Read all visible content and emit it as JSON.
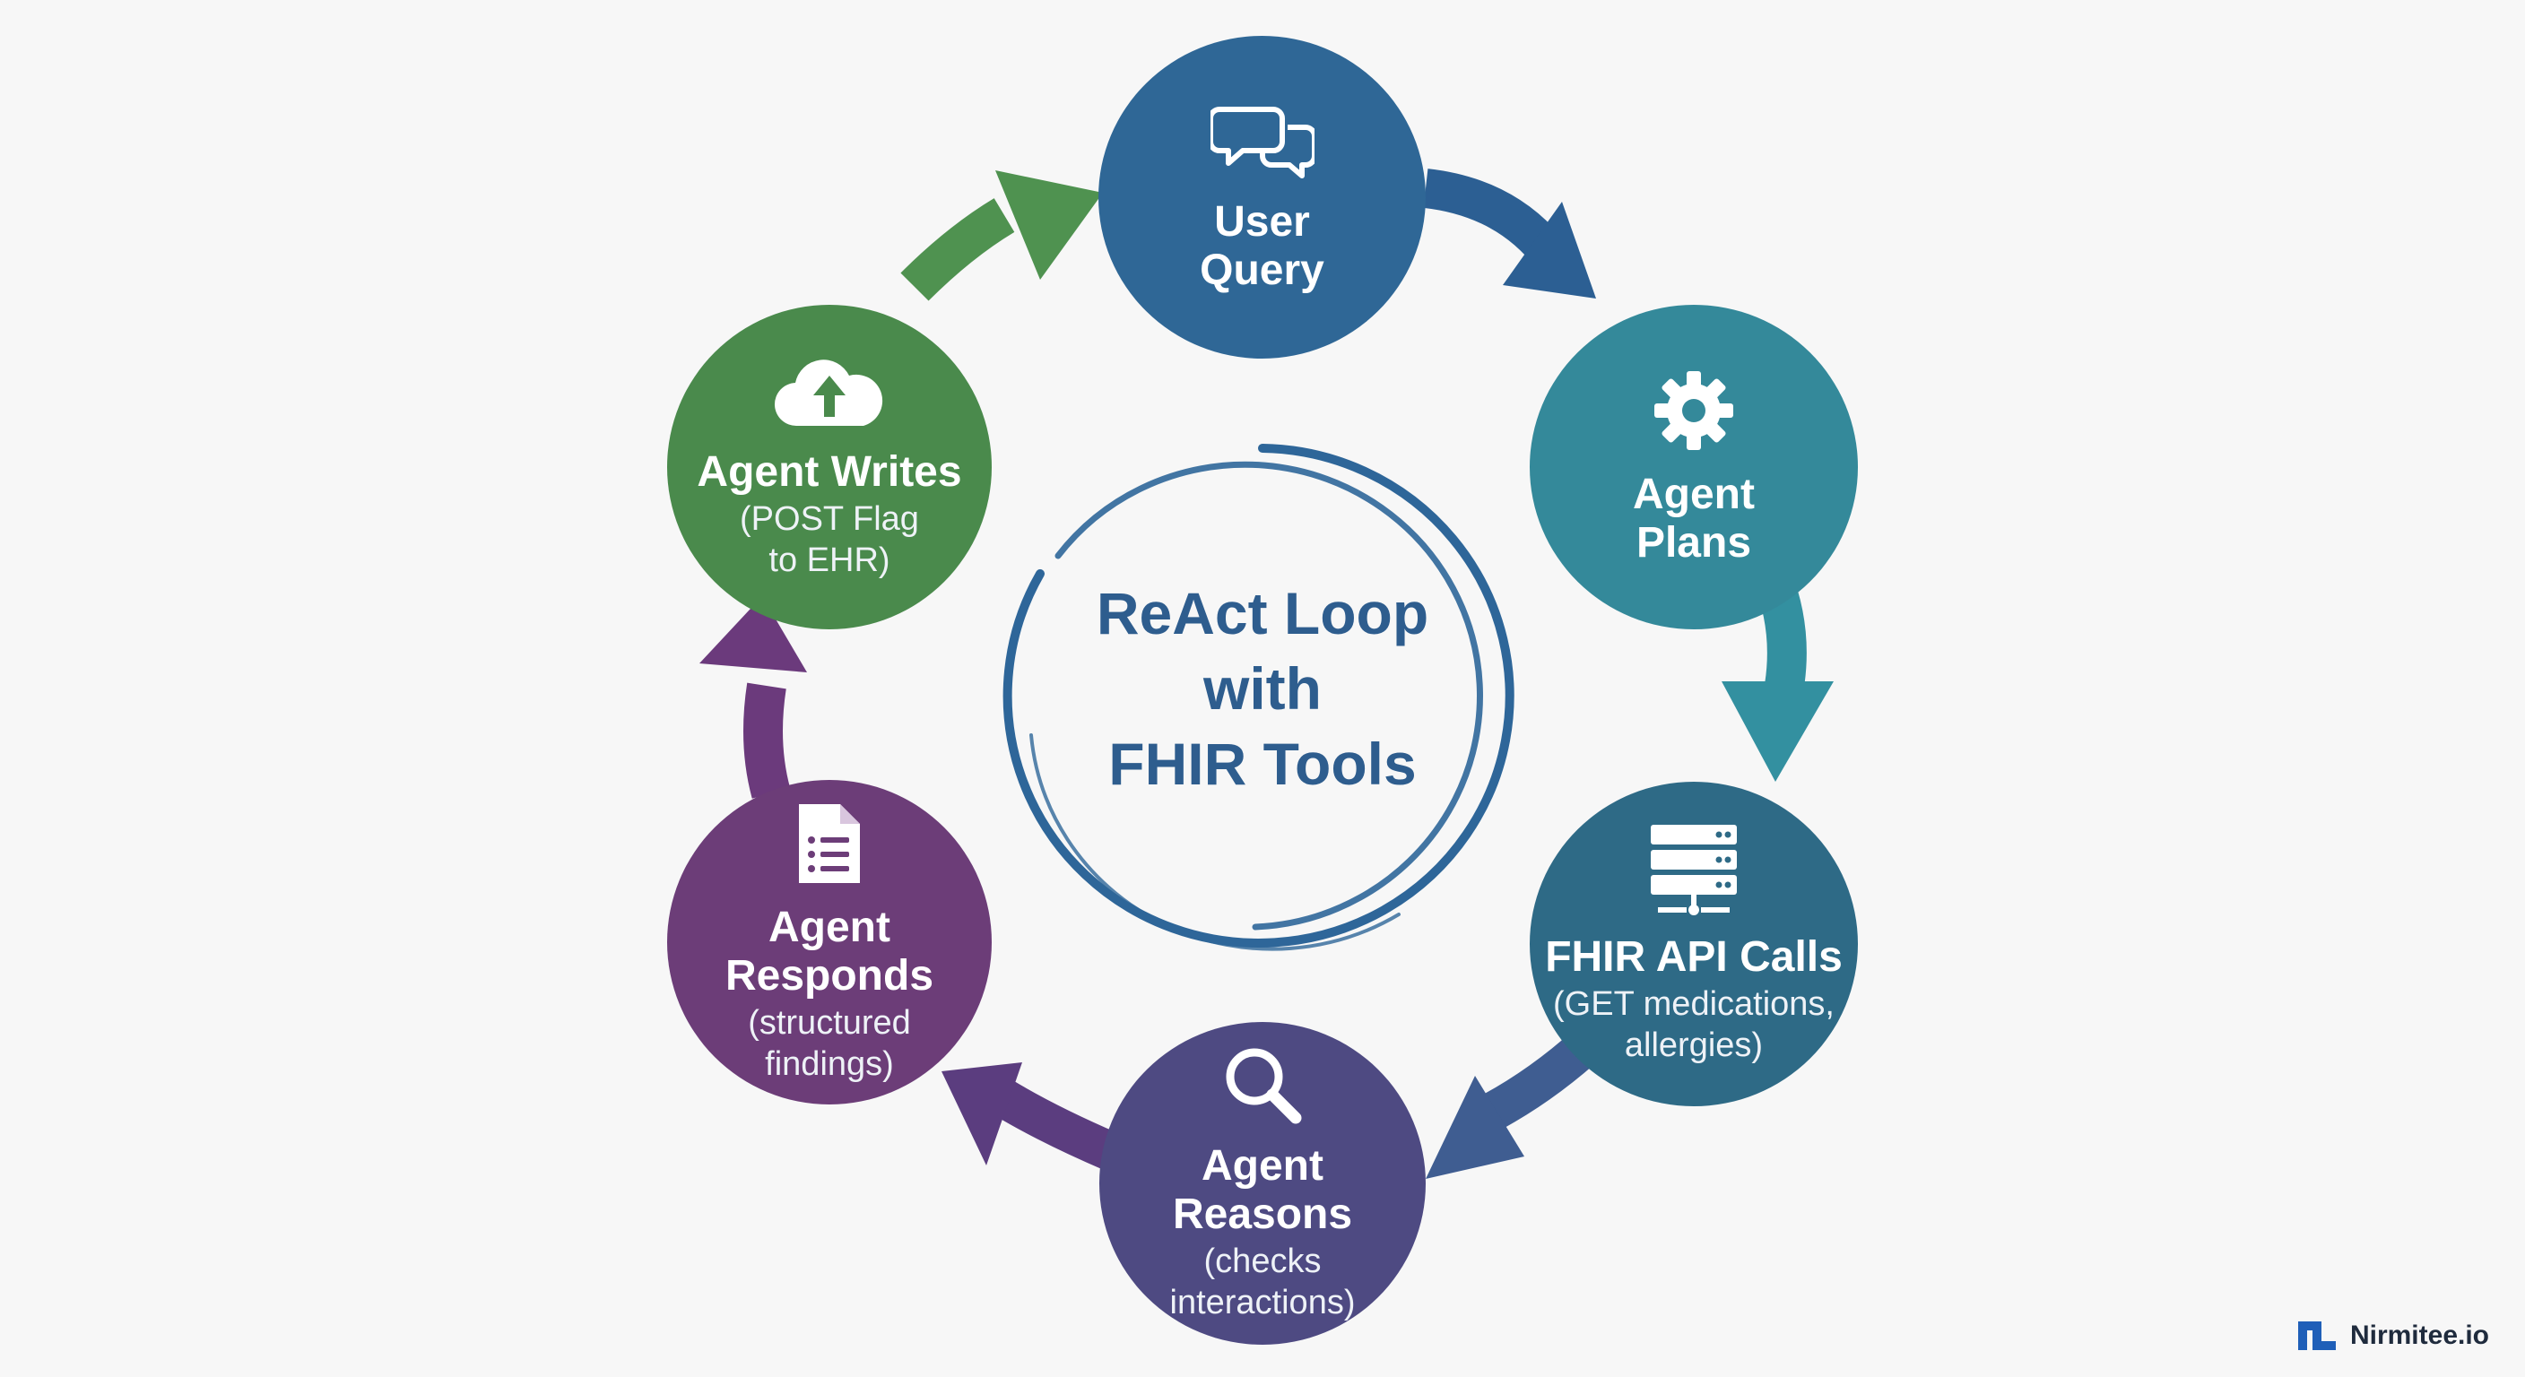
{
  "center": {
    "title": "ReAct Loop\nwith\nFHIR Tools"
  },
  "nodes": [
    {
      "key": "user-query",
      "title": "User\nQuery",
      "subtitle": "",
      "color": "#2f6796",
      "icon": "chat-bubbles-icon"
    },
    {
      "key": "agent-plans",
      "title": "Agent\nPlans",
      "subtitle": "",
      "color": "#34899a",
      "icon": "gear-icon"
    },
    {
      "key": "fhir-api-calls",
      "title": "FHIR API Calls",
      "subtitle": "(GET medications,\nallergies)",
      "color": "#2e6a86",
      "icon": "server-icon"
    },
    {
      "key": "agent-reasons",
      "title": "Agent\nReasons",
      "subtitle": "(checks\ninteractions)",
      "color": "#4e4a82",
      "icon": "magnifier-icon"
    },
    {
      "key": "agent-responds",
      "title": "Agent\nResponds",
      "subtitle": "(structured\nfindings)",
      "color": "#6c3d78",
      "icon": "document-list-icon"
    },
    {
      "key": "agent-writes",
      "title": "Agent Writes",
      "subtitle": "(POST Flag\nto EHR)",
      "color": "#4a8a4c",
      "icon": "cloud-upload-icon"
    }
  ],
  "arrow_colors": {
    "green": "#4f9250",
    "blue": "#2c5f93",
    "teal": "#3390a0",
    "indigo": "#3f5d91",
    "purple": "#5b3d7f",
    "violet": "#6b3a7c"
  },
  "brand": {
    "name": "Nirmitee.io",
    "color": "#1f5fb8"
  }
}
